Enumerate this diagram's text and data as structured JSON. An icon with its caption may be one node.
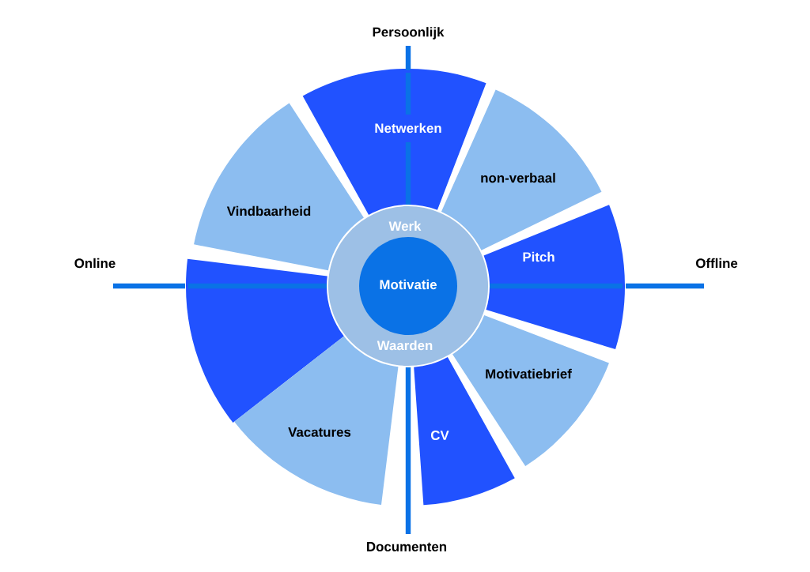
{
  "diagram": {
    "nodes": [
      {
        "text": [
          "Werk",
          "Waarden"
        ]
      },
      {
        "text": [
          "Motivatie"
        ],
        "in": 0
      },
      {
        "text": [
          "Netwerken"
        ]
      },
      {
        "text": [
          "non-verbaal"
        ]
      },
      {
        "text": [
          "Vindbaarheid"
        ]
      },
      {
        "text": [
          "Pitch"
        ]
      },
      {
        "text": [],
        "shape": "wedge"
      },
      {
        "text": [
          "Motivatiebrief"
        ]
      },
      {
        "text": [
          "Vacatures"
        ]
      },
      {
        "text": [
          "CV"
        ]
      }
    ],
    "labels": [
      "Persoonlijk",
      "Online",
      "Offline",
      "Documenten"
    ]
  }
}
